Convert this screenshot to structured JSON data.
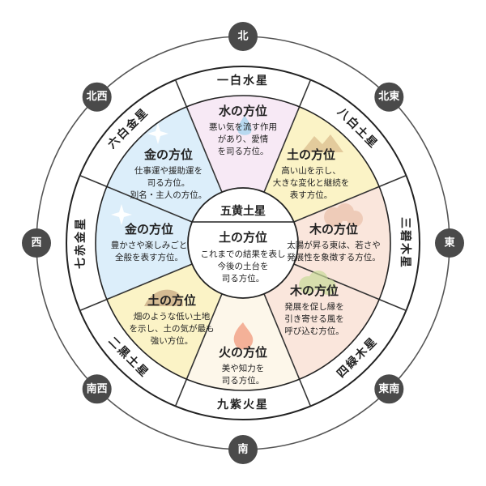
{
  "colors": {
    "north": "#f7e9f5",
    "northeast": "#fbf3c6",
    "east": "#fae6dc",
    "southeast": "#fae6dc",
    "south": "#fdf7ea",
    "southwest": "#fbf3c6",
    "west": "#dceefa",
    "northwest": "#dceefa",
    "center": "#ffffff",
    "lines": "#333333",
    "badge": "#4a4a4a"
  },
  "directions": {
    "n": "北",
    "ne": "北東",
    "e": "東",
    "se": "東南",
    "s": "南",
    "sw": "南西",
    "w": "西",
    "nw": "北西"
  },
  "stars": {
    "n": "一白水星",
    "ne": "八白土星",
    "e": "三碧木星",
    "se": "四緑木星",
    "s": "九紫火星",
    "sw": "二黒土星",
    "w": "七赤金星",
    "nw": "六白金星",
    "center": "五黄土星"
  },
  "sectors": {
    "n": {
      "title": "水の方位",
      "icon": "water-drop-icon",
      "lines": [
        "悪い気を流す作用",
        "があり、愛情",
        "を司る方位。"
      ]
    },
    "ne": {
      "title": "土の方位",
      "icon": "mountain-icon",
      "lines": [
        "高い山を示し、",
        "大きな変化と継続を",
        "表す方位。"
      ]
    },
    "e": {
      "title": "木の方位",
      "icon": "tree-icon",
      "lines": [
        "太陽が昇る東は、若さや",
        "発展性を象徴する方位。"
      ]
    },
    "se": {
      "title": "木の方位",
      "icon": "tree-icon",
      "lines": [
        "発展を促し縁を",
        "引き寄せる風を",
        "呼び込む方位。"
      ]
    },
    "s": {
      "title": "火の方位",
      "icon": "flame-icon",
      "lines": [
        "美や知力を",
        "司る方位。"
      ]
    },
    "sw": {
      "title": "土の方位",
      "icon": "mountain-icon",
      "lines": [
        "畑のような低い土地",
        "を示し、土の気が最も",
        "強い方位。"
      ]
    },
    "w": {
      "title": "金の方位",
      "icon": "sparkle-icon",
      "lines": [
        "豊かさや楽しみごと",
        "全般を表す方位。"
      ]
    },
    "nw": {
      "title": "金の方位",
      "icon": "sparkle-icon",
      "lines": [
        "仕事運や援助運を",
        "司る方位。",
        "別名・主人の方位。"
      ]
    }
  },
  "center": {
    "title": "土の方位",
    "icon": "mountain-icon",
    "lines": [
      "これまでの結果を表し",
      "今後の土台を",
      "司る方位。"
    ]
  }
}
